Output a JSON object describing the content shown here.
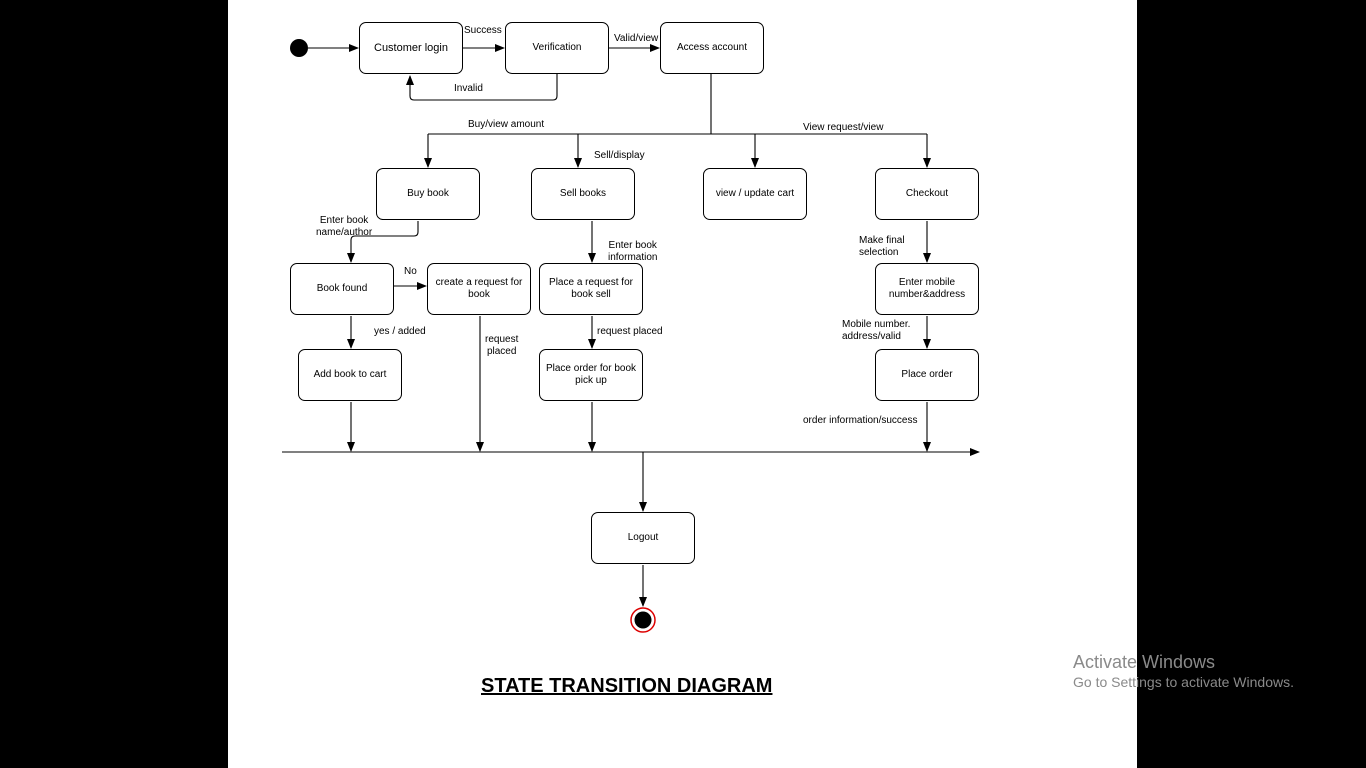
{
  "diagram": {
    "states": {
      "customer_login": "Customer login",
      "verification": "Verification",
      "access_account": "Access account",
      "buy_book": "Buy book",
      "sell_books": "Sell books",
      "view_update_cart": "view / update cart",
      "checkout": "Checkout",
      "book_found": "Book found",
      "create_request_1": "create a request for",
      "create_request_2": "book",
      "place_request_sell_1": "Place a request for",
      "place_request_sell_2": "book sell",
      "enter_mobile_1": "Enter mobile",
      "enter_mobile_2": "number&address",
      "add_to_cart": "Add book to cart",
      "place_order_pickup_1": "Place order for book",
      "place_order_pickup_2": "pick up",
      "place_order": "Place order",
      "logout": "Logout"
    },
    "transitions": {
      "success": "Success",
      "valid_view": "Valid/view",
      "invalid": "Invalid",
      "buy_view_amount": "Buy/view amount",
      "view_request_view": "View request/view",
      "sell_display": "Sell/display",
      "enter_book_name_1": "Enter book",
      "enter_book_name_2": "name/author",
      "no": "No",
      "enter_book_info_1": "Enter book",
      "enter_book_info_2": "information",
      "make_final_1": "Make final",
      "make_final_2": "selection",
      "yes_added": "yes / added",
      "request_placed_1": "request",
      "request_placed_2": "placed",
      "request_placed": "request placed",
      "mobile_valid_1": "Mobile number.",
      "mobile_valid_2": "address/valid",
      "order_info_success": "order information/success"
    },
    "title": "STATE TRANSITION  DIAGRAM"
  },
  "watermark": {
    "title": "Activate Windows",
    "subtitle": "Go to Settings to activate Windows."
  }
}
